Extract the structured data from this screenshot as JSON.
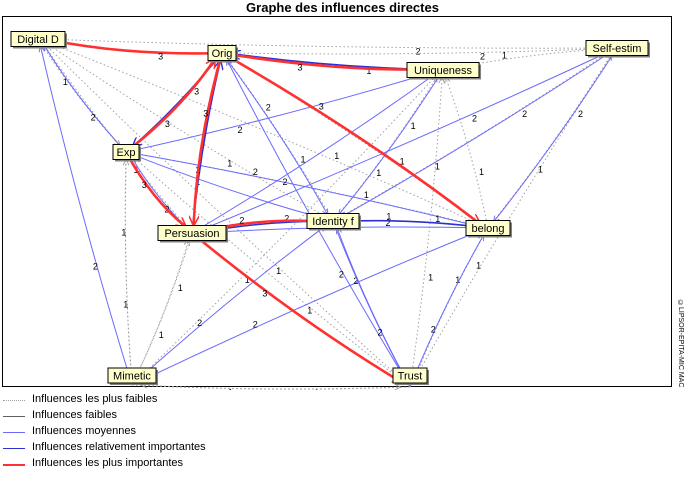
{
  "title": "Graphe des influences directes",
  "copyright": "©LIPSOR-EPITA-MIC MAC",
  "colors": {
    "weakest": "#a0a0a0",
    "weak": "#606060",
    "moderate": "#6a6aff",
    "relatively_important": "#3030d0",
    "most_important": "#ff3030"
  },
  "nodes": [
    {
      "id": "digital",
      "label": "Digital D"
    },
    {
      "id": "orig",
      "label": "Orig"
    },
    {
      "id": "uniqueness",
      "label": "Uniqueness"
    },
    {
      "id": "self",
      "label": "Self-estim"
    },
    {
      "id": "exp",
      "label": "Exp"
    },
    {
      "id": "persuasion",
      "label": "Persuasion"
    },
    {
      "id": "identity",
      "label": "Identity f"
    },
    {
      "id": "belong",
      "label": "belong"
    },
    {
      "id": "mimetic",
      "label": "Mimetic"
    },
    {
      "id": "trust",
      "label": "Trust"
    }
  ],
  "legend": [
    {
      "label": "Influences les plus faibles",
      "style": "weakest"
    },
    {
      "label": "Influences faibles",
      "style": "weak"
    },
    {
      "label": "Influences moyennes",
      "style": "moderate"
    },
    {
      "label": "Influences relativement importantes",
      "style": "relatively_important"
    },
    {
      "label": "Influences les plus importantes",
      "style": "most_important"
    }
  ],
  "edges": [
    {
      "from": "orig",
      "to": "digital",
      "weight": "3",
      "strength": "most_important"
    },
    {
      "from": "self",
      "to": "digital",
      "weight": "2",
      "strength": "weakest"
    },
    {
      "from": "uniqueness",
      "to": "orig",
      "weight": "1",
      "strength": "relatively_important"
    },
    {
      "from": "self",
      "to": "orig",
      "weight": "2",
      "strength": "weakest"
    },
    {
      "from": "orig",
      "to": "uniqueness",
      "weight": "3",
      "strength": "most_important"
    },
    {
      "from": "uniqueness",
      "to": "self",
      "weight": "1",
      "strength": "weakest"
    },
    {
      "from": "exp",
      "to": "orig",
      "weight": "3",
      "strength": "most_important"
    },
    {
      "from": "orig",
      "to": "exp",
      "weight": "3",
      "strength": "relatively_important"
    },
    {
      "from": "orig",
      "to": "persuasion",
      "weight": "3",
      "strength": "most_important"
    },
    {
      "from": "persuasion",
      "to": "orig",
      "weight": "2",
      "strength": "relatively_important"
    },
    {
      "from": "orig",
      "to": "belong",
      "weight": "3",
      "strength": "most_important"
    },
    {
      "from": "orig",
      "to": "identity",
      "weight": "2",
      "strength": "moderate"
    },
    {
      "from": "exp",
      "to": "persuasion",
      "weight": "3",
      "strength": "most_important"
    },
    {
      "from": "persuasion",
      "to": "exp",
      "weight": "2",
      "strength": "moderate"
    },
    {
      "from": "exp",
      "to": "digital",
      "weight": "2",
      "strength": "moderate"
    },
    {
      "from": "digital",
      "to": "exp",
      "weight": "1",
      "strength": "weakest"
    },
    {
      "from": "exp",
      "to": "uniqueness",
      "weight": "2",
      "strength": "moderate"
    },
    {
      "from": "exp",
      "to": "belong",
      "weight": "2",
      "strength": "moderate"
    },
    {
      "from": "exp",
      "to": "identity",
      "weight": "1",
      "strength": "moderate"
    },
    {
      "from": "persuasion",
      "to": "identity",
      "weight": "2",
      "strength": "most_important"
    },
    {
      "from": "identity",
      "to": "persuasion",
      "weight": "2",
      "strength": "relatively_important"
    },
    {
      "from": "persuasion",
      "to": "trust",
      "weight": "3",
      "strength": "most_important"
    },
    {
      "from": "persuasion",
      "to": "uniqueness",
      "weight": "2",
      "strength": "moderate"
    },
    {
      "from": "belong",
      "to": "identity",
      "weight": "1",
      "strength": "relatively_important"
    },
    {
      "from": "belong",
      "to": "persuasion",
      "weight": "2",
      "strength": "moderate"
    },
    {
      "from": "self",
      "to": "belong",
      "weight": "2",
      "strength": "moderate"
    },
    {
      "from": "self",
      "to": "identity",
      "weight": "2",
      "strength": "moderate"
    },
    {
      "from": "self",
      "to": "persuasion",
      "weight": "2",
      "strength": "moderate"
    },
    {
      "from": "mimetic",
      "to": "digital",
      "weight": "2",
      "strength": "moderate"
    },
    {
      "from": "mimetic",
      "to": "identity",
      "weight": "2",
      "strength": "moderate"
    },
    {
      "from": "mimetic",
      "to": "belong",
      "weight": "2",
      "strength": "moderate"
    },
    {
      "from": "trust",
      "to": "mimetic",
      "weight": "1",
      "strength": "weakest"
    },
    {
      "from": "mimetic",
      "to": "trust",
      "weight": "1",
      "strength": "weakest"
    },
    {
      "from": "trust",
      "to": "orig",
      "weight": "2",
      "strength": "moderate"
    },
    {
      "from": "trust",
      "to": "belong",
      "weight": "2",
      "strength": "moderate"
    },
    {
      "from": "identity",
      "to": "trust",
      "weight": "2",
      "strength": "moderate"
    },
    {
      "from": "trust",
      "to": "identity",
      "weight": "2",
      "strength": "moderate"
    },
    {
      "from": "uniqueness",
      "to": "identity",
      "weight": "1",
      "strength": "moderate"
    },
    {
      "from": "identity",
      "to": "belong",
      "weight": "1",
      "strength": "weakest"
    },
    {
      "from": "trust",
      "to": "exp",
      "weight": "1",
      "strength": "weakest"
    },
    {
      "from": "mimetic",
      "to": "exp",
      "weight": "1",
      "strength": "weakest"
    },
    {
      "from": "trust",
      "to": "digital",
      "weight": "1",
      "strength": "weakest"
    },
    {
      "from": "belong",
      "to": "digital",
      "weight": "1",
      "strength": "weakest"
    },
    {
      "from": "identity",
      "to": "digital",
      "weight": "1",
      "strength": "weakest"
    },
    {
      "from": "persuasion",
      "to": "digital",
      "weight": "1",
      "strength": "weakest"
    },
    {
      "from": "mimetic",
      "to": "persuasion",
      "weight": "1",
      "strength": "weakest"
    },
    {
      "from": "mimetic",
      "to": "uniqueness",
      "weight": "1",
      "strength": "weakest"
    },
    {
      "from": "trust",
      "to": "uniqueness",
      "weight": "1",
      "strength": "weakest"
    },
    {
      "from": "belong",
      "to": "uniqueness",
      "weight": "1",
      "strength": "weakest"
    },
    {
      "from": "identity",
      "to": "uniqueness",
      "weight": "1",
      "strength": "weakest"
    },
    {
      "from": "trust",
      "to": "self",
      "weight": "1",
      "strength": "weakest"
    },
    {
      "from": "belong",
      "to": "self",
      "weight": "1",
      "strength": "weakest"
    },
    {
      "from": "identity",
      "to": "self",
      "weight": "1",
      "strength": "weakest"
    },
    {
      "from": "belong",
      "to": "trust",
      "weight": "1",
      "strength": "weakest"
    },
    {
      "from": "persuasion",
      "to": "mimetic",
      "weight": "1",
      "strength": "weakest"
    },
    {
      "from": "exp",
      "to": "mimetic",
      "weight": "1",
      "strength": "weakest"
    },
    {
      "from": "identity",
      "to": "orig",
      "weight": "1",
      "strength": "weakest"
    },
    {
      "from": "belong",
      "to": "orig",
      "weight": "1",
      "strength": "weakest"
    },
    {
      "from": "belong",
      "to": "exp",
      "weight": "1",
      "strength": "weakest"
    }
  ]
}
